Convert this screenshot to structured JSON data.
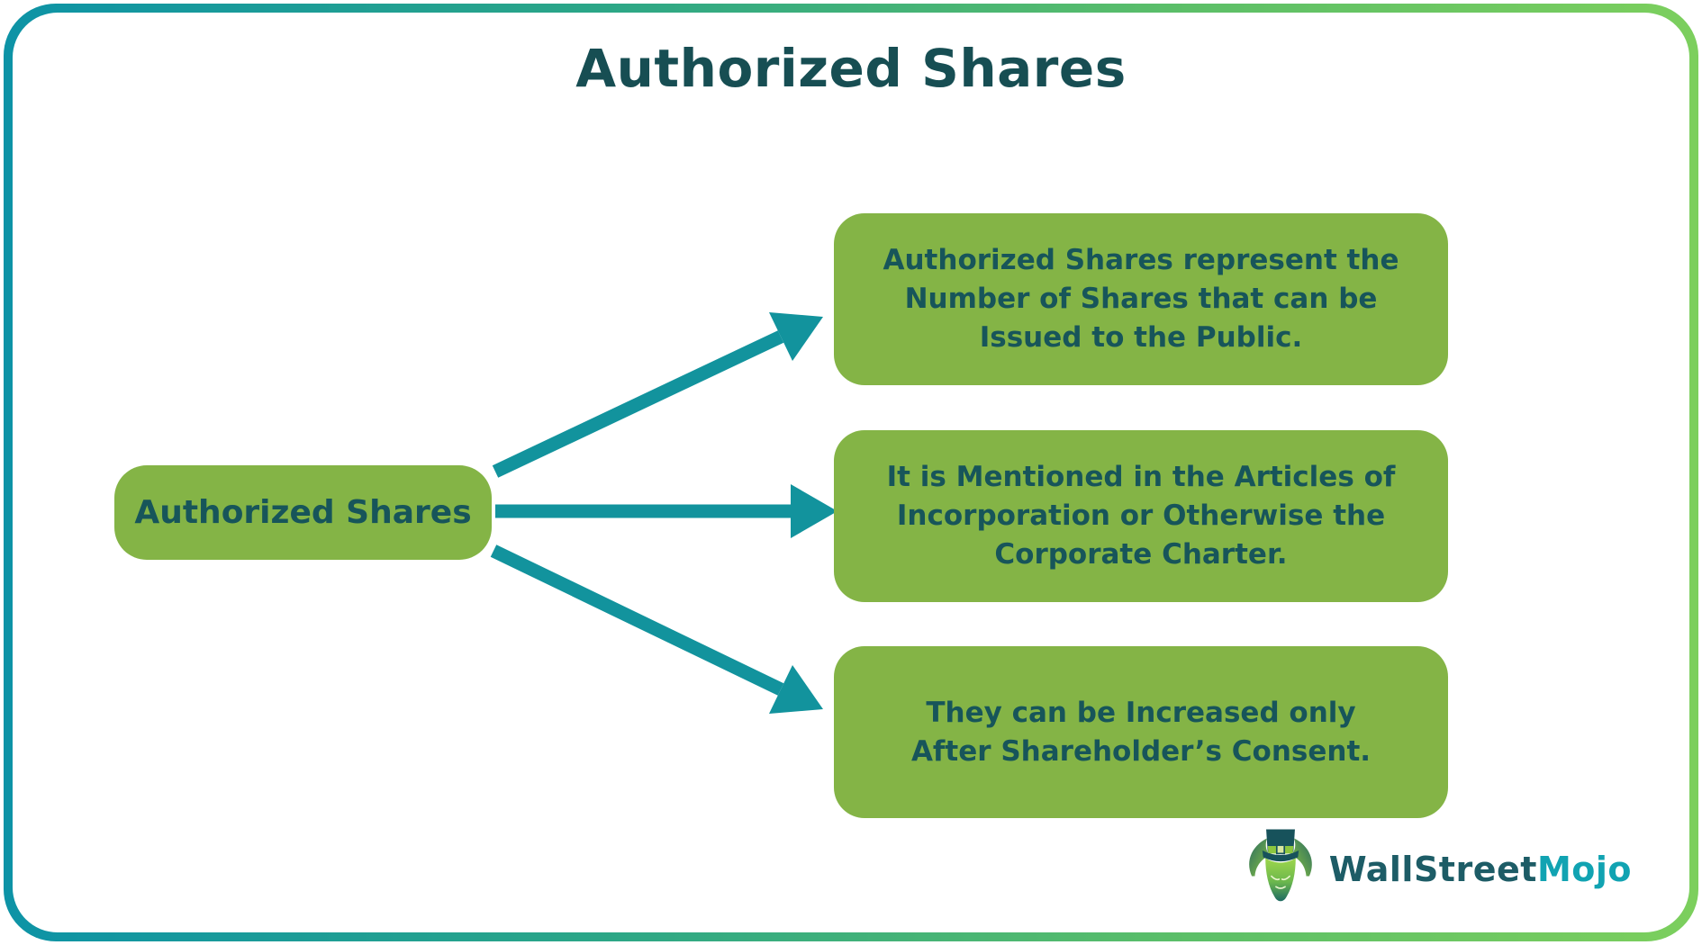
{
  "title": "Authorized Shares",
  "root_node": {
    "label": "Authorized Shares"
  },
  "boxes": [
    {
      "lines": [
        "Authorized Shares represent the",
        "Number of Shares that can be",
        "Issued to the Public."
      ]
    },
    {
      "lines": [
        "It is Mentioned in the Articles of",
        "Incorporation or Otherwise the",
        "Corporate Charter."
      ]
    },
    {
      "lines": [
        "They can be Increased only",
        "After Shareholder’s Consent."
      ]
    }
  ],
  "logo": {
    "brand_primary": "WallStreet",
    "brand_accent": "Mojo",
    "icon": "bull-with-top-hat-icon"
  },
  "colors": {
    "box_green": "#84b446",
    "arrow_teal": "#12939d",
    "heading_teal": "#174e53",
    "box_text_teal": "#17555a",
    "frame_gradient_start": "#0d93a6",
    "frame_gradient_end": "#7ccf5d",
    "logo_dark": "#1d5c66",
    "logo_accent": "#11a3b2"
  }
}
